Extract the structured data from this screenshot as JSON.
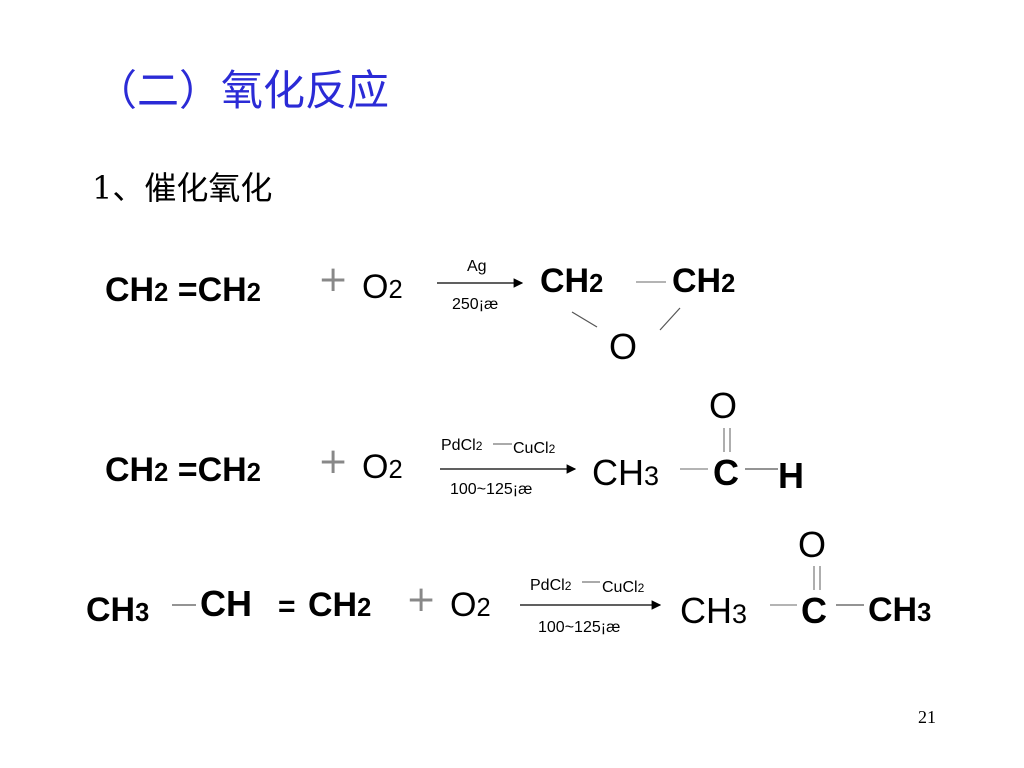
{
  "title": "（二）氧化反应",
  "subtitle": "1、催化氧化",
  "page_number": "21",
  "accent_color": "#2b2bd6",
  "reaction1": {
    "reactant": "CH2 =CH2",
    "plus": "+",
    "oxidant": "O2",
    "catalyst": "Ag",
    "condition": "250¡æ",
    "prod_left": "CH2",
    "prod_right": "CH2",
    "prod_o": "O"
  },
  "reaction2": {
    "reactant": "CH2 =CH2",
    "plus": "+",
    "oxidant": "O2",
    "catalyst_a": "PdCl2",
    "catalyst_b": "CuCl2",
    "condition": "100~125¡æ",
    "prod_ch3": "CH3",
    "prod_c": "C",
    "prod_h": "H",
    "prod_o": "O"
  },
  "reaction3": {
    "reactant_ch3": "CH3",
    "reactant_ch": "CH",
    "reactant_eq": "=",
    "reactant_ch2": "CH2",
    "plus": "+",
    "oxidant": "O2",
    "catalyst_a": "PdCl2",
    "catalyst_b": "CuCl2",
    "condition": "100~125¡æ",
    "prod_ch3_left": "CH3",
    "prod_c": "C",
    "prod_ch3_right": "CH3",
    "prod_o": "O"
  }
}
